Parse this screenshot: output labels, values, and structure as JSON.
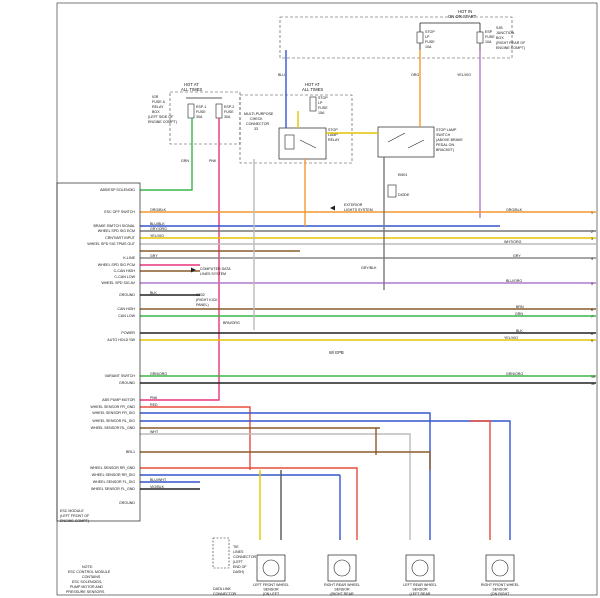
{
  "hot_run": {
    "line1": "HOT IN",
    "line2": "ON OR START"
  },
  "sjb": {
    "line1": "SJB",
    "line2": "JUNCTION",
    "line3": "BOX",
    "line4": "(RIGHT REAR OF",
    "line5": "ENGINE COMPT)"
  },
  "stop_lp_fuse": {
    "line1": "STOP",
    "line2": "LP",
    "line3": "FUSE",
    "line4": "10A"
  },
  "esp_fuse": {
    "line1": "ESP",
    "line2": "FUSE",
    "line3": "10A"
  },
  "hot_all_times_left": {
    "line1": "HOT AT",
    "line2": "ALL TIMES"
  },
  "relay_box": {
    "line1": "IGR",
    "line2": "FUSE &",
    "line3": "RELAY",
    "line4": "BOX",
    "line5": "(LEFT SIDE OF",
    "line6": "ENGINE COMPT)"
  },
  "esp1_fuse": {
    "line1": "ESP-1",
    "line2": "FUSE",
    "line3": "30A"
  },
  "esp2_fuse": {
    "line1": "ESP-2",
    "line2": "FUSE",
    "line3": "30A"
  },
  "hot_all_times_mid": {
    "line1": "HOT AT",
    "line2": "ALL TIMES"
  },
  "stop_fuse_mid": {
    "line1": "STOP",
    "line2": "LP",
    "line3": "FUSE",
    "line4": "15A"
  },
  "mpcc": {
    "line1": "MULTI-PURPOSE",
    "line2": "CHECK",
    "line3": "CONNECTOR",
    "line4": "33"
  },
  "stop_lamp_relay": {
    "line1": "STOP",
    "line2": "LAMP",
    "line3": "RELAY"
  },
  "stop_lamp_switch": {
    "line1": "STOP LAMP",
    "line2": "SWITCH",
    "line3": "(ABOVE BRAKE",
    "line4": "PEDAL ON",
    "line5": "BRACKET)"
  },
  "diode": {
    "label": "EM01",
    "line1": "DIODE"
  },
  "exterior_lights": {
    "line1": "EXTERIOR",
    "line2": "LIGHTS SYSTEM"
  },
  "computer_data": {
    "line1": "COMPUTER DATA",
    "line2": "LINES SYSTEM"
  },
  "ground_ref": {
    "line1": "G032",
    "line2": "(RIGHT KICK",
    "line3": "PANEL)"
  },
  "w_epb": "W/ EPB",
  "module_pins": [
    "ABS/ESP SOLENOID",
    "ESC OFF SWITCH",
    "BRAKE SWITCH SIGNAL",
    "WHEEL SPD SIG ECM",
    "CRNT/ART INPUT",
    "WHEEL SPD SIG TPMS OUT",
    "K-LINE",
    "WHEEL SPD SIG PCM",
    "C-CAN HIGH",
    "C-CAN LOW",
    "WHEEL SPD SIG AV",
    "GROUND",
    "CAN HIGH",
    "CAN LOW",
    "POWER",
    "AUTO HOLD SW",
    "VARIANT SWITCH",
    "GROUND",
    "ABS PUMP MOTOR",
    "WHEEL SENSOR FR_GND",
    "WHEEL SENSOR FR_SIG",
    "WHEEL SENSOR RL_SIG",
    "WHEEL SENSOR RL_GND",
    "BRL1",
    "WHEEL SENSOR RR_GND",
    "WHEEL SENSOR RR_SIG",
    "WHEEL SENSOR FL_SIG",
    "WHEEL SENSOR FL_GND",
    "GROUND"
  ],
  "module_label": {
    "line1": "ESC MODULE",
    "line2": "(LEFT FRONT OF",
    "line3": "ENGINE COMPT)"
  },
  "wire_colors": {
    "grn": "GRN",
    "pnk": "PNK",
    "blu": "BLU",
    "red": "RED",
    "wht": "WHT",
    "brn": "BRN",
    "blk": "BLK",
    "gry": "GRY",
    "yel": "YEL",
    "org": "ORG",
    "ylv": "YEL/VIO",
    "orgblk": "ORG/BLK",
    "bluorg": "BLU/ORG",
    "bluwht": "BLU/WHT",
    "grnorg": "GRN/ORG",
    "whtorg": "WHT/ORG",
    "gryorg": "GRY/ORG",
    "brnorg": "BRN/ORG",
    "vioblk": "VIO/BLK",
    "blublk": "BLU/BLK",
    "gryblk": "GRY/BLK"
  },
  "wheel_sensors": [
    {
      "line1": "LEFT FRONT WHEEL",
      "line2": "SENSOR",
      "line3": "(ON LEFT"
    },
    {
      "line1": "RIGHT REAR WHEEL",
      "line2": "SENSOR",
      "line3": "(RIGHT REAR"
    },
    {
      "line1": "LEFT REAR WHEEL",
      "line2": "SENSOR",
      "line3": "(LEFT REAR"
    },
    {
      "line1": "RIGHT FRONT WHEEL",
      "line2": "SENSOR",
      "line3": "(ON RIGHT"
    }
  ],
  "dlc": {
    "line1": "DATA LINK",
    "line2": "CONNECTOR"
  },
  "dash_conn": {
    "line1": "TIE",
    "line2": "LINES",
    "line3": "CONNECTOR",
    "line4": "(LEFT",
    "line5": "END OF",
    "line6": "DASH)"
  },
  "bottom_note": {
    "line1": "NOTE:",
    "line2": "ESC CONTROL MODULE",
    "line3": "CONTAINS",
    "line4": "ESC SOLENOIDS,",
    "line5": "PUMP MOTOR AND",
    "line6": "PRESSURE SENSORS"
  },
  "right_refs": [
    "1",
    "2",
    "3",
    "4",
    "5",
    "6",
    "7",
    "8",
    "9",
    "10",
    "11"
  ]
}
